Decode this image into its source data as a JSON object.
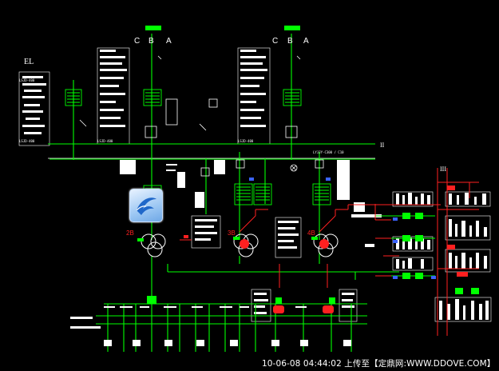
{
  "diagram": {
    "phases": {
      "c": "C",
      "b": "B",
      "a": "A"
    },
    "el_label": "EL",
    "bus_mark": "II",
    "bus_mark_right": "III",
    "transformers": {
      "t2": "2B",
      "t3": "3B",
      "t4": "4B"
    },
    "small_labels": {
      "pt1": "LSJD-400",
      "pt2": "LSJD-400",
      "pt3": "LSJD-400",
      "pt4": "LSJD-400",
      "bus_tag": "LYJJY-C300 / C10"
    }
  },
  "footer": {
    "text": "10-06-08  04:44:02 上传至【定鼎网:WWW.DDOVE.COM】"
  },
  "icons": {
    "app": "cad-app-icon"
  },
  "colors": {
    "background": "#000000",
    "green": "#00ff00",
    "red": "#ff2020",
    "white": "#ffffff",
    "blue": "#3b63ff",
    "cyan": "#00ffff",
    "yellow": "#ffff00"
  }
}
